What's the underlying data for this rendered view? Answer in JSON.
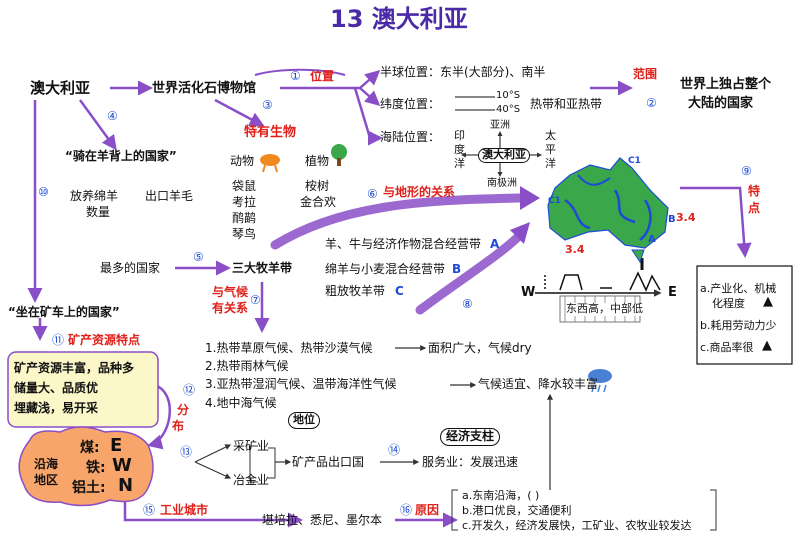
{
  "title": "13 澳大利亚",
  "nodes": {
    "australia": "澳大利亚",
    "fossil_museum": "世界活化石博物馆",
    "position_label": "位置",
    "hemisphere": "半球位置：东半(大部分)、南半",
    "latitude": "纬度位置：",
    "lat_10": "10°S",
    "lat_40": "40°S",
    "climate_zones": "热带和亚热带",
    "sea_land": "海陆位置：",
    "scope_label": "范围",
    "continent_line1": "世界上独占整个",
    "continent_line2": "大陆的国家",
    "map_asia": "亚洲",
    "map_indian_1": "印",
    "map_indian_2": "度",
    "map_indian_3": "洋",
    "map_pacific_1": "太",
    "map_pacific_2": "平",
    "map_pacific_3": "洋",
    "map_center": "澳大利亚",
    "map_antarctica": "南极洲",
    "special_species": "特有生物",
    "animals": "动物",
    "plants": "植物",
    "kangaroo": "袋鼠",
    "koala": "考拉",
    "emu": "鸸鹋",
    "lyrebird": "琴鸟",
    "eucalyptus": "桉树",
    "acacia": "金合欢",
    "sheep_nickname": "“骑在羊背上的国家”",
    "breeding": "放养绵羊",
    "quantity": "数量",
    "export_wool": "出口羊毛",
    "most_country": "最多的国家",
    "three_belts": "三大牧羊带",
    "terrain_rel": "与地形的关系",
    "climate_rel_1": "与气候",
    "climate_rel_2": "有关系",
    "belt_a": "羊、牛与经济作物混合经营带",
    "belt_a_tag": "A",
    "belt_b": "绵羊与小麦混合经营带",
    "belt_b_tag": "B",
    "belt_c": "粗放牧羊带",
    "belt_c_tag": "C",
    "climate_1": "1.热带草原气候、热带沙漠气候",
    "climate_1_result": "面积广大，气候dry",
    "climate_2": "2.热带雨林气候",
    "climate_3": "3.亚热带湿润气候、温带海洋性气候",
    "climate_3_result": "气候适宜、降水较丰富",
    "climate_4": "4.地中海气候",
    "mining_nickname": "“坐在矿车上的国家”",
    "mineral_features": "矿产资源特点",
    "mineral_box_1": "矿产资源丰富，品种多",
    "mineral_box_2": "储量大、品质优",
    "mineral_box_3": "埋藏浅，易开采",
    "distribution_1": "分",
    "distribution_2": "布",
    "coast_1": "沿海",
    "coast_2": "地区",
    "coal": "煤:",
    "coal_tag": "E",
    "iron": "铁:",
    "iron_tag": "W",
    "bauxite": "铝土:",
    "bauxite_tag": "N",
    "mining": "采矿业",
    "smelting": "冶金业",
    "status": "地位",
    "mineral_export": "矿产品出口国",
    "economic_pillar": "经济支柱",
    "services": "服务业：发展迅速",
    "industrial_cities": "工业城市",
    "cities": "堪培拉、悉尼、墨尔本",
    "reason": "原因",
    "reason_a": "a.东南沿海，(    )",
    "reason_b": "b.港口优良，交通便利",
    "reason_c": "c.开发久，经济发展快，工矿业、农牧业较发达",
    "feature_label_1": "特",
    "feature_label_2": "点",
    "feature_a_1": "a.产业化、机械",
    "feature_a_2": "化程度",
    "feature_b": "b.耗用劳动力少",
    "feature_c": "c.商品率很",
    "profile_w": "W",
    "profile_e": "E",
    "profile_caption": "东西高，中部低",
    "map_c1": "C1",
    "map_c1b": "C1",
    "map_b": "B",
    "map_a": "A",
    "map_34_right": "3.4",
    "map_34_left": "3.4"
  },
  "circled_numbers": [
    "①",
    "②",
    "③",
    "④",
    "⑤",
    "⑥",
    "⑦",
    "⑧",
    "⑨",
    "⑩",
    "⑪",
    "⑫",
    "⑬",
    "⑭",
    "⑮",
    "⑯"
  ],
  "colors": {
    "arrow": "#8a4fc8",
    "red": "#e0201a",
    "blue": "#1d4bd6",
    "map_land": "#3aa84a",
    "mineral_fill": "#f7a56a"
  }
}
